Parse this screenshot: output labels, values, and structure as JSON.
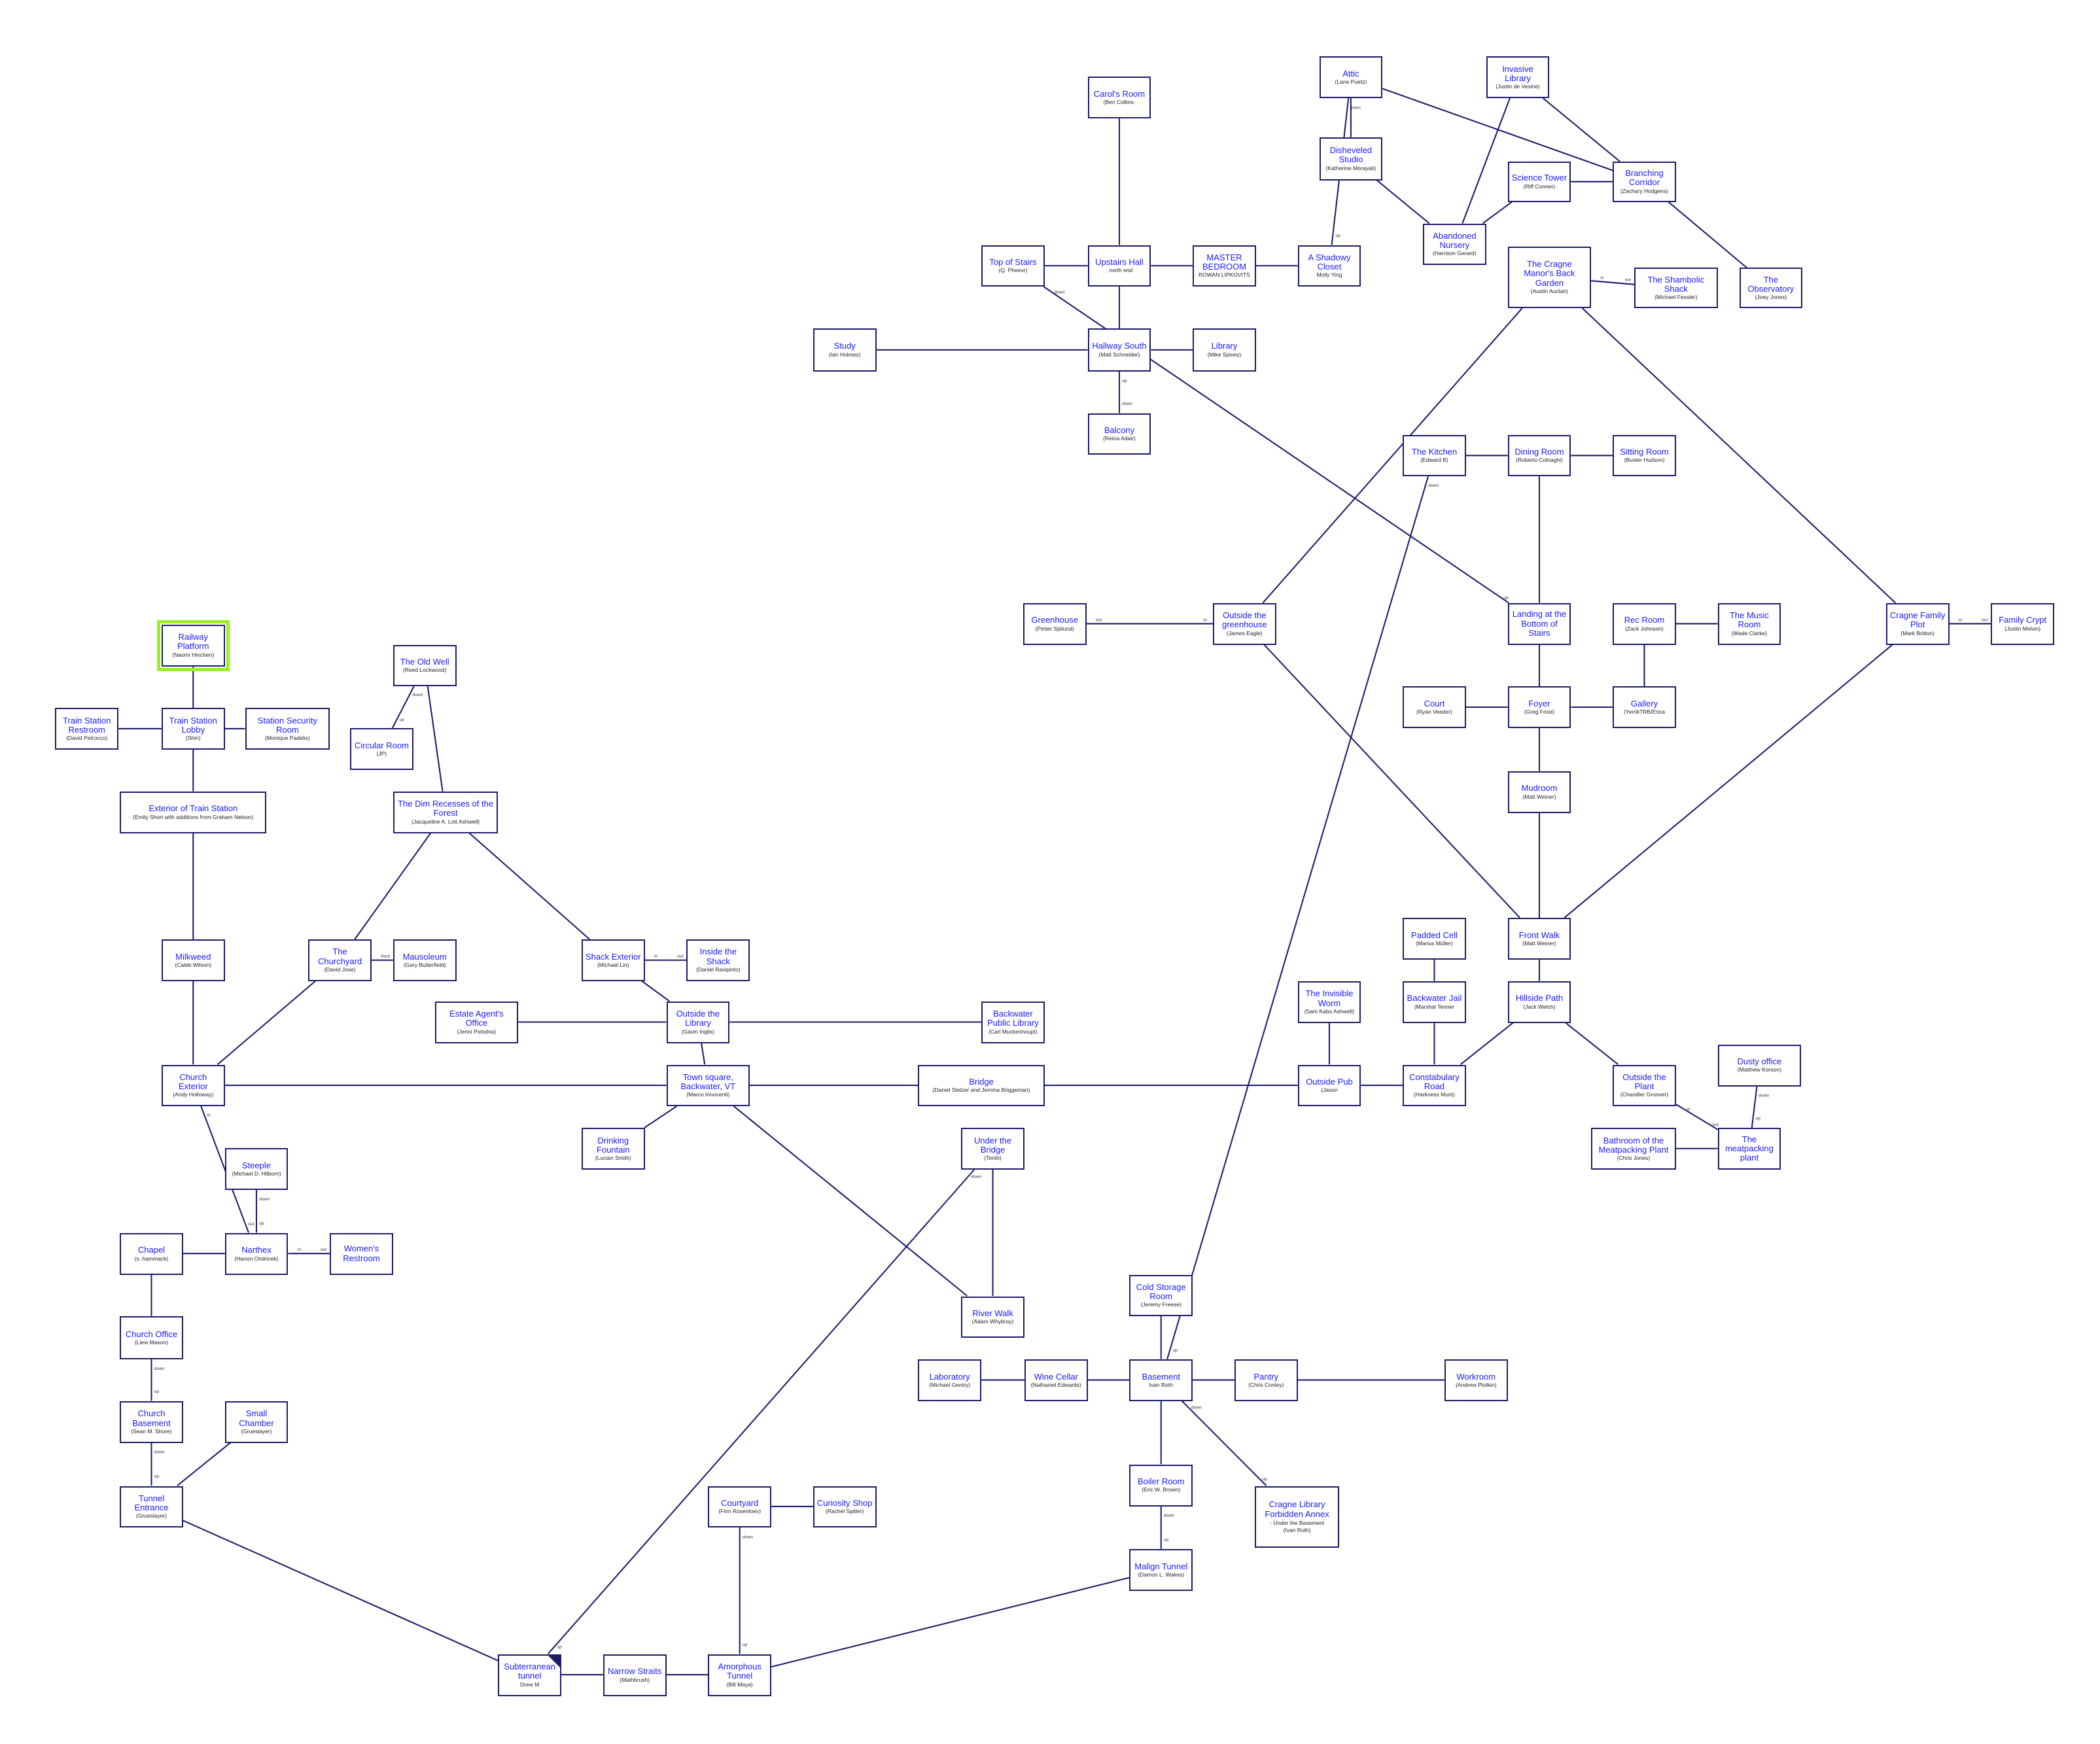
{
  "title": "Cragne Manor map",
  "selected_room": "railway",
  "colors": {
    "line": "#1c1c6b",
    "room_name": "#1a1aff",
    "author": "#222222",
    "selected_outline": "#9cf01e"
  },
  "rooms": [
    {
      "id": "carol",
      "name": "Carol's Room",
      "author": "(Ben Collins-"
    },
    {
      "id": "topstairs",
      "name": "Top of Stairs",
      "author": "(Q. Pheevr)"
    },
    {
      "id": "upstairs",
      "name": "Upstairs Hall",
      "author": ", north end"
    },
    {
      "id": "master",
      "name": "MASTER BEDROOM",
      "author": "ROWAN LIPKOVITS"
    },
    {
      "id": "closet",
      "name": "A Shadowy Closet",
      "author": "Molly Ying"
    },
    {
      "id": "study",
      "name": "Study",
      "author": "(Ian Holmes)"
    },
    {
      "id": "hallsouth",
      "name": "Hallway South",
      "author": "(Matt Schneider)"
    },
    {
      "id": "library",
      "name": "Library",
      "author": "(Mike Spivey)"
    },
    {
      "id": "balcony",
      "name": "Balcony",
      "author": "(Reina Adair)"
    },
    {
      "id": "attic",
      "name": "Attic",
      "author": "(Lane Puetz)"
    },
    {
      "id": "studio",
      "name": "Disheveled Studio",
      "author": "(Katherine Morayati)"
    },
    {
      "id": "invasive",
      "name": "Invasive Library",
      "author": "(Justin de Vesine)"
    },
    {
      "id": "science",
      "name": "Science Tower",
      "author": "(Riff Conner)"
    },
    {
      "id": "branching",
      "name": "Branching Corridor",
      "author": "(Zachary Hodgens)"
    },
    {
      "id": "nursery",
      "name": "Abandoned Nursery",
      "author": "(Harrison Gerard)"
    },
    {
      "id": "backgarden",
      "name": "The Cragne Manor's Back Garden",
      "author": "(Austin Auclair)"
    },
    {
      "id": "shambolic",
      "name": "The Shambolic Shack",
      "author": "(Michael Fessler)"
    },
    {
      "id": "observatory",
      "name": "The Observatory",
      "author": "(Joey Jones)"
    },
    {
      "id": "kitchen",
      "name": "The Kitchen",
      "author": "(Edward B)"
    },
    {
      "id": "dining",
      "name": "Dining Room",
      "author": "(Roberto Colnaghi)"
    },
    {
      "id": "sitting",
      "name": "Sitting Room",
      "author": "(Buster Hudson)"
    },
    {
      "id": "greenhouse",
      "name": "Greenhouse",
      "author": "(Petter Sjölund)"
    },
    {
      "id": "outgreen",
      "name": "Outside the greenhouse",
      "author": "(James Eagle)"
    },
    {
      "id": "landing",
      "name": "Landing at the Bottom of Stairs",
      "author": ""
    },
    {
      "id": "rec",
      "name": "Rec Room",
      "author": "(Zack Johnson)"
    },
    {
      "id": "music",
      "name": "The Music Room",
      "author": "(Wade Clarke)"
    },
    {
      "id": "plot",
      "name": "Cragne Family Plot",
      "author": "(Mark Britton)"
    },
    {
      "id": "crypt",
      "name": "Family Crypt",
      "author": "(Justin Melvin)"
    },
    {
      "id": "court",
      "name": "Court",
      "author": "(Ryan Veeder)"
    },
    {
      "id": "foyer",
      "name": "Foyer",
      "author": "(Greg Frost)"
    },
    {
      "id": "gallery",
      "name": "Gallery",
      "author": "(YerrikTRB/Erica"
    },
    {
      "id": "mudroom",
      "name": "Mudroom",
      "author": "(Matt Weiner)"
    },
    {
      "id": "frontwalk",
      "name": "Front Walk",
      "author": "(Matt Weiner)"
    },
    {
      "id": "padded",
      "name": "Padded Cell",
      "author": "(Marius Müller)"
    },
    {
      "id": "worm",
      "name": "The Invisible Worm",
      "author": "(Sam Kabo Ashwell)"
    },
    {
      "id": "jail",
      "name": "Backwater Jail",
      "author": "(Marshal Tenner"
    },
    {
      "id": "hillside",
      "name": "Hillside Path",
      "author": "(Jack Welch)"
    },
    {
      "id": "pub",
      "name": "Outside Pub",
      "author": "(Jason"
    },
    {
      "id": "constab",
      "name": "Constabulary Road",
      "author": "(Harkness Munt)"
    },
    {
      "id": "outplant",
      "name": "Outside the Plant",
      "author": "(Chandler Groover)"
    },
    {
      "id": "dusty",
      "name": "Dusty office",
      "author": "(Matthew Korson)"
    },
    {
      "id": "bathroom",
      "name": "Bathroom of the Meatpacking Plant",
      "author": "(Chris Jones)"
    },
    {
      "id": "meatplant",
      "name": "The meatpacking plant",
      "author": ""
    },
    {
      "id": "railway",
      "name": "Railway Platform",
      "author": "(Naomi Hinchen)"
    },
    {
      "id": "restroom",
      "name": "Train Station Restroom",
      "author": "(David Petrocco)"
    },
    {
      "id": "lobby",
      "name": "Train Station Lobby",
      "author": "(Shin)"
    },
    {
      "id": "security",
      "name": "Station Security Room",
      "author": "(Monique Padelis)"
    },
    {
      "id": "exterior",
      "name": "Exterior of Train Station",
      "author": "(Emily Short with additions from Graham Nelson)"
    },
    {
      "id": "oldwell",
      "name": "The Old Well",
      "author": "(Reed Lockwood)"
    },
    {
      "id": "circular",
      "name": "Circular Room",
      "author": "(JP)"
    },
    {
      "id": "dim",
      "name": "The Dim Recesses of the Forest",
      "author": "(Jacqueline A. Lott Ashwell)"
    },
    {
      "id": "milkweed",
      "name": "Milkweed",
      "author": "(Caleb Wilson)"
    },
    {
      "id": "churchyard",
      "name": "The Churchyard",
      "author": "(David Jose)"
    },
    {
      "id": "mausoleum",
      "name": "Mausoleum",
      "author": "(Gary Butterfield)"
    },
    {
      "id": "shackext",
      "name": "Shack Exterior",
      "author": "(Michael Lin)"
    },
    {
      "id": "insideshack",
      "name": "Inside the Shack",
      "author": "(Daniel Ravipinto)"
    },
    {
      "id": "estate",
      "name": "Estate Agent's Office",
      "author": "(Jenni Polodna)"
    },
    {
      "id": "outlib",
      "name": "Outside the Library",
      "author": "(Gavin Inglis)"
    },
    {
      "id": "publib",
      "name": "Backwater Public Library",
      "author": "(Carl Muckenhoupt)"
    },
    {
      "id": "churchext",
      "name": "Church Exterior",
      "author": "(Andy Holloway)"
    },
    {
      "id": "town",
      "name": "Town square, Backwater, VT",
      "author": "(Marco Innocenti)"
    },
    {
      "id": "bridge",
      "name": "Bridge",
      "author": "(Daniel Stelzer and Jemma Briggeman)"
    },
    {
      "id": "fountain",
      "name": "Drinking Fountain",
      "author": "(Lucian Smith)"
    },
    {
      "id": "steeple",
      "name": "Steeple",
      "author": "(Michael D. Hilborn)"
    },
    {
      "id": "underbridge",
      "name": "Under the Bridge",
      "author": "(Tenth)"
    },
    {
      "id": "chapel",
      "name": "Chapel",
      "author": "(s. hammack)"
    },
    {
      "id": "narthex",
      "name": "Narthex",
      "author": "(Hanon Ondricek)"
    },
    {
      "id": "womens",
      "name": "Women's Restroom",
      "author": ""
    },
    {
      "id": "riverwalk",
      "name": "River Walk",
      "author": "(Adam Whybray)"
    },
    {
      "id": "coldstorage",
      "name": "Cold Storage Room",
      "author": "(Jeremy Freese)"
    },
    {
      "id": "office",
      "name": "Church Office",
      "author": "(Llew Mason)"
    },
    {
      "id": "lab",
      "name": "Laboratory",
      "author": "(Michael Gentry)"
    },
    {
      "id": "wine",
      "name": "Wine Cellar",
      "author": "(Nathaniel Edwards)"
    },
    {
      "id": "basement",
      "name": "Basement",
      "author": "Ivan Roth"
    },
    {
      "id": "pantry",
      "name": "Pantry",
      "author": "(Chris Conley)"
    },
    {
      "id": "workroom",
      "name": "Workroom",
      "author": "(Andrew Plotkin)"
    },
    {
      "id": "churchbase",
      "name": "Church Basement",
      "author": "(Sean M. Shore)"
    },
    {
      "id": "smallchamber",
      "name": "Small Chamber",
      "author": "(Grueslayer)"
    },
    {
      "id": "tunnelent",
      "name": "Tunnel Entrance",
      "author": "(Grueslayer)"
    },
    {
      "id": "boiler",
      "name": "Boiler Room",
      "author": "(Eric W. Brown)"
    },
    {
      "id": "annex",
      "name": "Cragne Library Forbidden Annex",
      "note": "- Under the Basement",
      "author": "(Ivan Roth)"
    },
    {
      "id": "courtyard",
      "name": "Courtyard",
      "author": "(Finn Rosenloev)"
    },
    {
      "id": "curiosity",
      "name": "Curiosity Shop",
      "author": "(Rachel Spitler)"
    },
    {
      "id": "malign",
      "name": "Malign Tunnel",
      "author": "(Damon L. Wakes)"
    },
    {
      "id": "subterranean",
      "name": "Subterranean tunnel",
      "author": "Drew M",
      "marked": true
    },
    {
      "id": "narrow",
      "name": "Narrow Straits",
      "author": "(Mathbrush)"
    },
    {
      "id": "amorphous",
      "name": "Amorphous Tunnel",
      "author": "(Bill Maya)"
    }
  ],
  "edges": [
    {
      "a": "carol",
      "b": "upstairs"
    },
    {
      "a": "topstairs",
      "b": "upstairs"
    },
    {
      "a": "upstairs",
      "b": "master"
    },
    {
      "a": "master",
      "b": "closet"
    },
    {
      "a": "upstairs",
      "b": "hallsouth"
    },
    {
      "a": "study",
      "b": "hallsouth"
    },
    {
      "a": "hallsouth",
      "b": "library"
    },
    {
      "a": "hallsouth",
      "b": "balcony",
      "a_label": "up",
      "b_label": "down"
    },
    {
      "a": "topstairs",
      "b": "landing",
      "a_label": "down",
      "b_label": "up"
    },
    {
      "a": "closet",
      "b": "attic",
      "a_label": "up",
      "b_label": "down"
    },
    {
      "a": "attic",
      "b": "studio"
    },
    {
      "a": "attic",
      "b": "branching"
    },
    {
      "a": "studio",
      "b": "nursery"
    },
    {
      "a": "invasive",
      "b": "nursery"
    },
    {
      "a": "invasive",
      "b": "branching"
    },
    {
      "a": "science",
      "b": "nursery"
    },
    {
      "a": "science",
      "b": "branching"
    },
    {
      "a": "branching",
      "b": "observatory"
    },
    {
      "a": "backgarden",
      "b": "shambolic",
      "a_label": "in",
      "b_label": "out"
    },
    {
      "a": "backgarden",
      "b": "outgreen"
    },
    {
      "a": "backgarden",
      "b": "plot"
    },
    {
      "a": "kitchen",
      "b": "dining"
    },
    {
      "a": "dining",
      "b": "sitting"
    },
    {
      "a": "dining",
      "b": "landing"
    },
    {
      "a": "kitchen",
      "b": "basement",
      "a_label": "down",
      "b_label": "up"
    },
    {
      "a": "greenhouse",
      "b": "outgreen",
      "a_label": "out",
      "b_label": "in"
    },
    {
      "a": "outgreen",
      "b": "frontwalk"
    },
    {
      "a": "landing",
      "b": "foyer"
    },
    {
      "a": "rec",
      "b": "music"
    },
    {
      "a": "rec",
      "b": "gallery"
    },
    {
      "a": "court",
      "b": "foyer"
    },
    {
      "a": "foyer",
      "b": "gallery"
    },
    {
      "a": "foyer",
      "b": "mudroom"
    },
    {
      "a": "mudroom",
      "b": "frontwalk"
    },
    {
      "a": "plot",
      "b": "frontwalk"
    },
    {
      "a": "plot",
      "b": "crypt",
      "a_label": "in",
      "b_label": "out"
    },
    {
      "a": "frontwalk",
      "b": "hillside"
    },
    {
      "a": "padded",
      "b": "jail"
    },
    {
      "a": "jail",
      "b": "constab"
    },
    {
      "a": "hillside",
      "b": "constab"
    },
    {
      "a": "hillside",
      "b": "outplant"
    },
    {
      "a": "worm",
      "b": "pub"
    },
    {
      "a": "pub",
      "b": "constab"
    },
    {
      "a": "bridge",
      "b": "pub"
    },
    {
      "a": "outplant",
      "b": "meatplant",
      "a_label": "in",
      "b_label": "out"
    },
    {
      "a": "dusty",
      "b": "meatplant",
      "a_label": "down",
      "b_label": "up"
    },
    {
      "a": "bathroom",
      "b": "meatplant"
    },
    {
      "a": "railway",
      "b": "lobby"
    },
    {
      "a": "restroom",
      "b": "lobby"
    },
    {
      "a": "lobby",
      "b": "security"
    },
    {
      "a": "lobby",
      "b": "exterior"
    },
    {
      "a": "exterior",
      "b": "milkweed"
    },
    {
      "a": "milkweed",
      "b": "churchext"
    },
    {
      "a": "oldwell",
      "b": "circular",
      "a_label": "down",
      "b_label": "up"
    },
    {
      "a": "oldwell",
      "b": "dim"
    },
    {
      "a": "dim",
      "b": "churchyard"
    },
    {
      "a": "dim",
      "b": "shackext"
    },
    {
      "a": "churchyard",
      "b": "mausoleum",
      "a_label": "in",
      "b_label": "out"
    },
    {
      "a": "churchyard",
      "b": "churchext"
    },
    {
      "a": "shackext",
      "b": "insideshack",
      "a_label": "in",
      "b_label": "out"
    },
    {
      "a": "shackext",
      "b": "outlib"
    },
    {
      "a": "estate",
      "b": "outlib"
    },
    {
      "a": "outlib",
      "b": "publib"
    },
    {
      "a": "outlib",
      "b": "town"
    },
    {
      "a": "churchext",
      "b": "town"
    },
    {
      "a": "town",
      "b": "bridge"
    },
    {
      "a": "town",
      "b": "fountain"
    },
    {
      "a": "town",
      "b": "riverwalk"
    },
    {
      "a": "churchext",
      "b": "narthex",
      "a_label": "in",
      "b_label": "out"
    },
    {
      "a": "steeple",
      "b": "narthex",
      "a_label": "down",
      "b_label": "up"
    },
    {
      "a": "chapel",
      "b": "narthex"
    },
    {
      "a": "narthex",
      "b": "womens",
      "a_label": "in",
      "b_label": "out"
    },
    {
      "a": "chapel",
      "b": "office"
    },
    {
      "a": "office",
      "b": "churchbase",
      "a_label": "down",
      "b_label": "up"
    },
    {
      "a": "churchbase",
      "b": "tunnelent",
      "a_label": "down",
      "b_label": "up"
    },
    {
      "a": "smallchamber",
      "b": "tunnelent"
    },
    {
      "a": "tunnelent",
      "b": "subterranean"
    },
    {
      "a": "underbridge",
      "b": "riverwalk"
    },
    {
      "a": "underbridge",
      "b": "subterranean",
      "a_label": "down",
      "b_label": "up"
    },
    {
      "a": "subterranean",
      "b": "narrow"
    },
    {
      "a": "narrow",
      "b": "amorphous"
    },
    {
      "a": "courtyard",
      "b": "amorphous",
      "a_label": "down",
      "b_label": "up"
    },
    {
      "a": "courtyard",
      "b": "curiosity"
    },
    {
      "a": "amorphous",
      "b": "malign"
    },
    {
      "a": "lab",
      "b": "wine"
    },
    {
      "a": "wine",
      "b": "basement"
    },
    {
      "a": "basement",
      "b": "pantry"
    },
    {
      "a": "pantry",
      "b": "workroom"
    },
    {
      "a": "coldstorage",
      "b": "basement"
    },
    {
      "a": "basement",
      "b": "boiler"
    },
    {
      "a": "basement",
      "b": "annex",
      "a_label": "down",
      "b_label": "up"
    },
    {
      "a": "boiler",
      "b": "malign",
      "a_label": "down",
      "b_label": "up"
    }
  ]
}
